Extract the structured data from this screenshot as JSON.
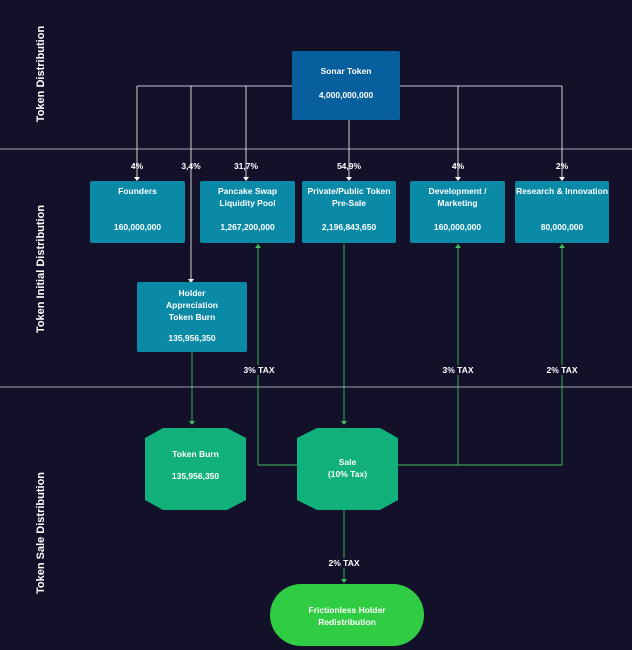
{
  "sections": {
    "distribution": "Token Distribution",
    "initial": "Token Initial Distribution",
    "sale": "Token Sale Distribution"
  },
  "root": {
    "name": "Sonar Token",
    "amount": "4,000,000,000"
  },
  "allocations": [
    {
      "pct": "4%",
      "name": "Founders",
      "amount": "160,000,000"
    },
    {
      "pct": "3,4%",
      "name": "",
      "amount": ""
    },
    {
      "pct": "31,7%",
      "name": "Pancake Swap Liquidity Pool",
      "amount": "1,267,200,000"
    },
    {
      "pct": "54,9%",
      "name": "Private/Public Token Pre-Sale",
      "amount": "2,196,843,650"
    },
    {
      "pct": "4%",
      "name": "Development / Marketing",
      "amount": "160,000,000"
    },
    {
      "pct": "2%",
      "name": "Research & Innovation",
      "amount": "80,000,000"
    }
  ],
  "holder_burn": {
    "name": "Holder Appreciation Token Burn",
    "amount": "135,956,350"
  },
  "taxes": {
    "pancake": "3% TAX",
    "development": "3% TAX",
    "research": "2% TAX",
    "sale": "2% TAX"
  },
  "token_burn": {
    "name": "Token Burn",
    "amount": "135,956,350"
  },
  "sale": {
    "name": "Sale",
    "sub": "(10% Tax)"
  },
  "frictionless": {
    "name": "Frictionless Holder Redistribution"
  },
  "colors": {
    "background": "#13102a",
    "teal_box": "#0b8aa8",
    "blue_box": "#075f9e",
    "green": "#12b07a",
    "lime": "#2fcc44",
    "line_green": "#3fbf5a"
  }
}
